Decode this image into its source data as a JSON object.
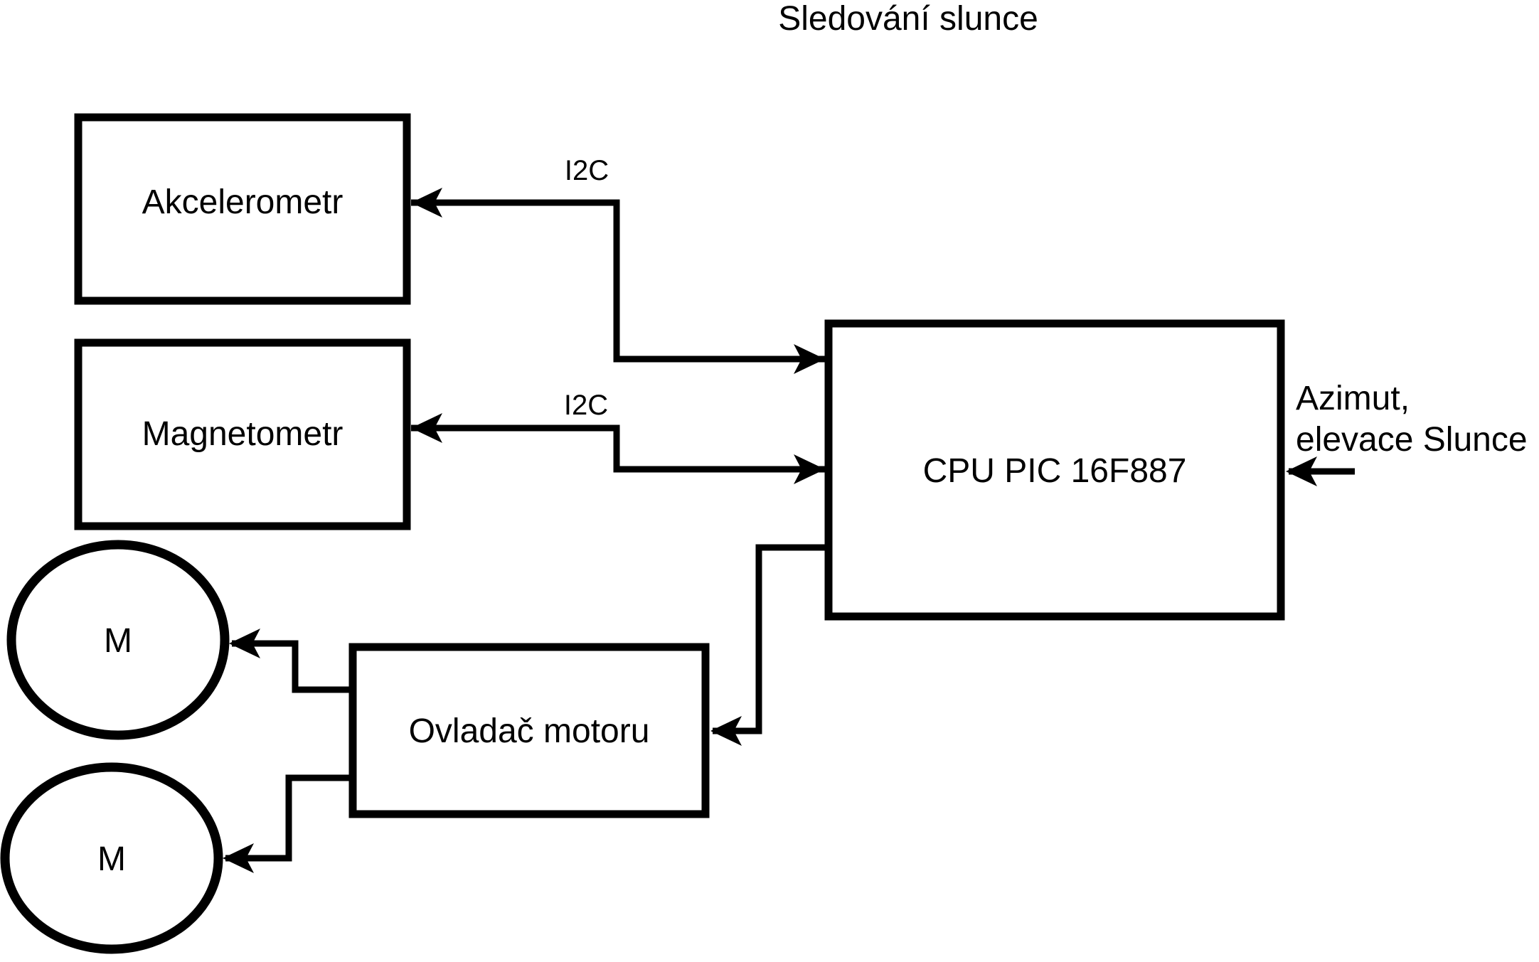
{
  "title": "Sledování slunce",
  "nodes": {
    "akcelerometr": {
      "label": "Akcelerometr",
      "shape": "rect"
    },
    "magnetometr": {
      "label": "Magnetometr",
      "shape": "rect"
    },
    "cpu": {
      "label": "CPU PIC 16F887",
      "shape": "rect"
    },
    "ovladac": {
      "label": "Ovladač motoru",
      "shape": "rect"
    },
    "motor1": {
      "label": "M",
      "shape": "ellipse"
    },
    "motor2": {
      "label": "M",
      "shape": "ellipse"
    }
  },
  "connections": [
    {
      "from": "cpu",
      "to": "akcelerometr",
      "label": "I2C",
      "arrows": "both"
    },
    {
      "from": "cpu",
      "to": "magnetometr",
      "label": "I2C",
      "arrows": "both"
    },
    {
      "from": "azimut-elevace-input",
      "to": "cpu",
      "label": "",
      "arrows": "single"
    },
    {
      "from": "cpu",
      "to": "ovladac",
      "label": "",
      "arrows": "single"
    },
    {
      "from": "ovladac",
      "to": "motor1",
      "label": "",
      "arrows": "single"
    },
    {
      "from": "ovladac",
      "to": "motor2",
      "label": "",
      "arrows": "single"
    }
  ],
  "external_input": {
    "lines": [
      "Azimut,",
      "elevace Slunce"
    ],
    "target": "cpu"
  },
  "colors": {
    "stroke": "#000000",
    "fill": "#ffffff",
    "text": "#000000",
    "background": "#ffffff"
  }
}
